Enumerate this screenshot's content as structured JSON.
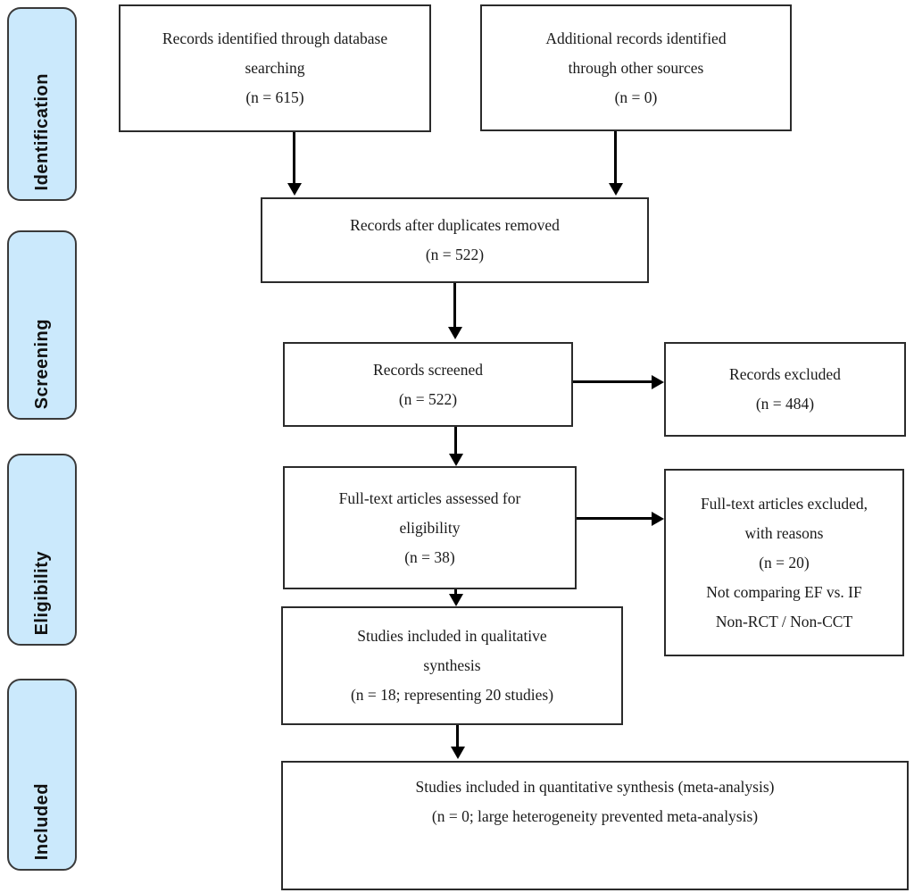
{
  "stages": {
    "identification": "Identification",
    "screening": "Screening",
    "eligibility": "Eligibility",
    "included": "Included"
  },
  "boxes": {
    "identified": {
      "lines": [
        "Records identified through database",
        "searching",
        "(n = 615)"
      ]
    },
    "additional": {
      "lines": [
        "Additional records identified",
        "through other sources",
        "(n = 0)"
      ]
    },
    "deduplicated": {
      "lines": [
        "Records after duplicates removed",
        "(n = 522)"
      ]
    },
    "screened": {
      "lines": [
        "Records screened",
        "(n = 522)"
      ]
    },
    "records_excluded": {
      "lines": [
        "Records excluded",
        "(n = 484)"
      ]
    },
    "fulltext_assessed": {
      "lines": [
        "Full-text articles assessed for",
        "eligibility",
        "(n = 38)"
      ]
    },
    "fulltext_excluded": {
      "lines": [
        "Full-text articles excluded,",
        "with reasons",
        "(n = 20)",
        "Not comparing EF vs. IF",
        "Non-RCT / Non-CCT"
      ]
    },
    "qualitative": {
      "lines": [
        "Studies included in qualitative",
        "synthesis",
        "(n = 18; representing 20 studies)"
      ]
    },
    "quantitative": {
      "lines": [
        "Studies included in quantitative synthesis (meta-analysis)",
        "(n = 0; large heterogeneity prevented meta-analysis)"
      ]
    }
  },
  "counts": {
    "identified": 615,
    "additional": 0,
    "after_duplicates": 522,
    "screened": 522,
    "records_excluded": 484,
    "fulltext_assessed": 38,
    "fulltext_excluded": 20,
    "qualitative_articles": 18,
    "qualitative_studies": 20,
    "quantitative": 0
  },
  "colors": {
    "stage_fill": "#cbe9fc",
    "stage_border": "#3a3a3a",
    "box_border": "#2b2b2b",
    "arrow": "#000000",
    "text": "#1a1a1a"
  }
}
